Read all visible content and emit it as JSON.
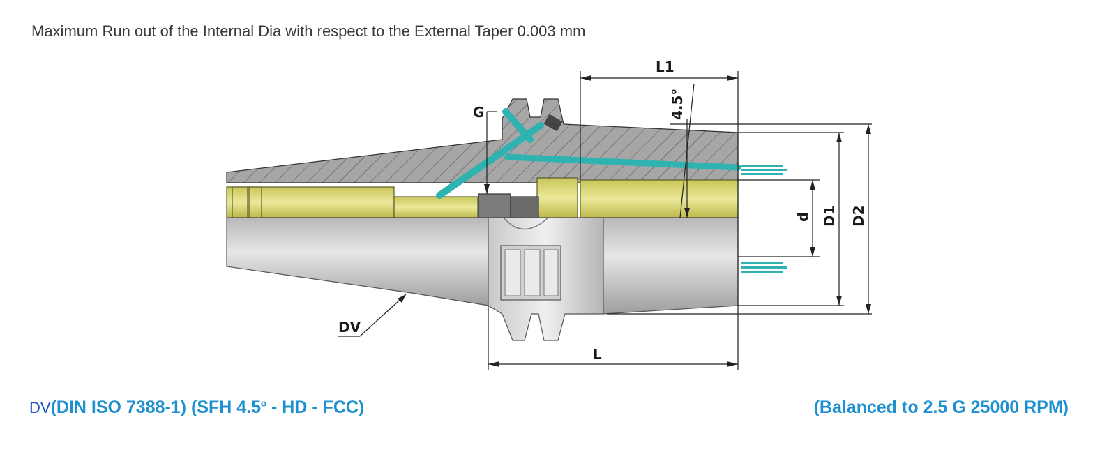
{
  "header": {
    "runout_text": "Maximum Run out of the Internal Dia with respect to the External Taper 0.003 mm"
  },
  "labels": {
    "L1": "L1",
    "angle": "4.5°",
    "G": "G",
    "d": "d",
    "D1": "D1",
    "D2": "D2",
    "DV": "DV",
    "L": "L"
  },
  "footer": {
    "prefix": "DV",
    "spec_main": "(DIN ISO 7388-1) (SFH 4.5",
    "spec_degree": "o",
    "spec_tail": " - HD - FCC)",
    "balance": "(Balanced to 2.5 G 25000 RPM)"
  },
  "colors": {
    "steel": "#a9a9a9",
    "brass": "#d8d57a",
    "coolant": "#2fb3b0",
    "footer_blue": "#1e90d0"
  }
}
